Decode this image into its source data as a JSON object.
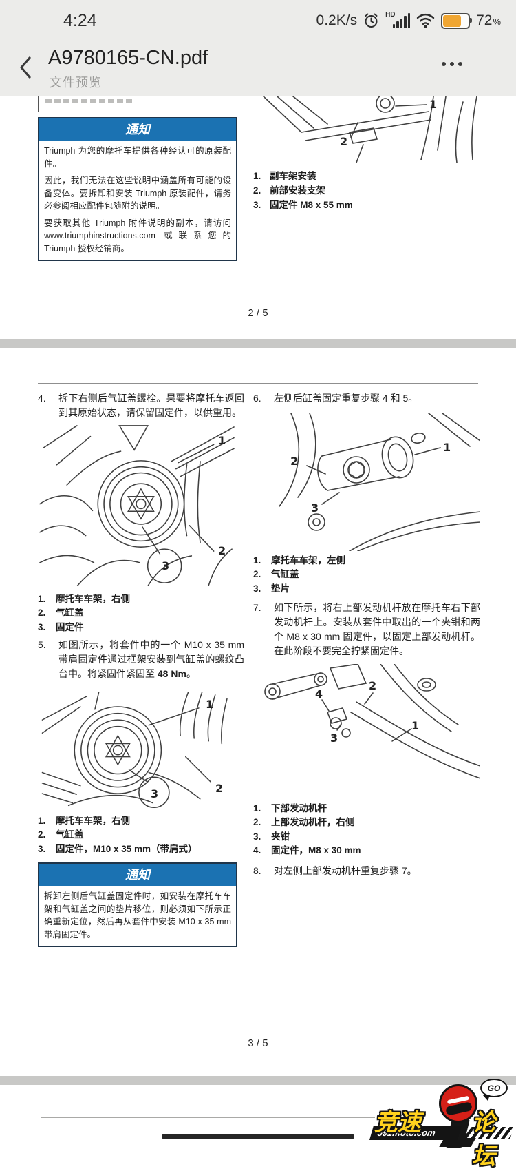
{
  "status_bar": {
    "time": "4:24",
    "net_speed": "0.2K/s",
    "hd": "HD",
    "battery_percent": "72",
    "battery_unit": "%"
  },
  "header": {
    "title": "A9780165-CN.pdf",
    "subtitle": "文件预览"
  },
  "colors": {
    "notice_blue": "#1b72b2",
    "battery_fill": "#f0a632",
    "helmet_red": "#d62018",
    "logo_yellow": "#ffd21e"
  },
  "page2": {
    "notice": {
      "title": "通知",
      "p1": "Triumph 为您的摩托车提供各种经认可的原装配件。",
      "p2": "因此，我们无法在这些说明中涵盖所有可能的设备变体。要拆卸和安装 Triumph 原装配件，请务必参阅相应配件包随附的说明。",
      "p3": "要获取其他 Triumph 附件说明的副本，请访问 www.triumphinstructions.com 或联系您的 Triumph 授权经销商。"
    },
    "figure": {
      "callouts": [
        "1",
        "2"
      ]
    },
    "items": [
      {
        "num": "1.",
        "text": "副车架安装"
      },
      {
        "num": "2.",
        "text": "前部安装支架"
      },
      {
        "num": "3.",
        "text": "固定件 M8 x 55 mm"
      }
    ],
    "page_number": "2 / 5"
  },
  "page3": {
    "step4": {
      "num": "4.",
      "text": "拆下右侧后气缸盖螺栓。果要将摩托车返回到其原始状态，请保留固定件，以供重用。"
    },
    "step5": {
      "num": "5.",
      "pre": "如图所示，将套件中的一个 M10 x 35 mm 带肩固定件通过框架安装到气缸盖的螺纹凸台中。将紧固件紧固至 ",
      "bold": "48 Nm",
      "post": "。"
    },
    "step6": {
      "num": "6.",
      "text": "左侧后缸盖固定重复步骤 4 和 5。"
    },
    "step7": {
      "num": "7.",
      "text": "如下所示，将右上部发动机杆放在摩托车右下部发动机杆上。安装从套件中取出的一个夹钳和两个 M8 x 30 mm 固定件，以固定上部发动机杆。在此阶段不要完全拧紧固定件。"
    },
    "step8": {
      "num": "8.",
      "text": "对左侧上部发动机杆重复步骤 7。"
    },
    "fig1": {
      "callouts": [
        "1",
        "2",
        "3"
      ],
      "items": [
        {
          "num": "1.",
          "text": "摩托车车架，右侧"
        },
        {
          "num": "2.",
          "text": "气缸盖"
        },
        {
          "num": "3.",
          "text": "固定件"
        }
      ]
    },
    "fig2": {
      "callouts": [
        "1",
        "2",
        "3"
      ],
      "items": [
        {
          "num": "1.",
          "text": "摩托车车架，右侧"
        },
        {
          "num": "2.",
          "text": "气缸盖"
        },
        {
          "num": "3.",
          "text": "固定件，M10 x 35 mm（带肩式）"
        }
      ]
    },
    "fig3": {
      "callouts": [
        "1",
        "2",
        "3"
      ],
      "items": [
        {
          "num": "1.",
          "text": "摩托车车架，左侧"
        },
        {
          "num": "2.",
          "text": "气缸盖"
        },
        {
          "num": "3.",
          "text": "垫片"
        }
      ]
    },
    "fig4": {
      "callouts": [
        "1",
        "2",
        "3",
        "4"
      ],
      "items": [
        {
          "num": "1.",
          "text": "下部发动机杆"
        },
        {
          "num": "2.",
          "text": "上部发动机杆，右侧"
        },
        {
          "num": "3.",
          "text": "夹钳"
        },
        {
          "num": "4.",
          "text": "固定件，M8 x 30 mm"
        }
      ]
    },
    "notice": {
      "title": "通知",
      "p1": "拆卸左侧后气缸盖固定件时，如安装在摩托车车架和气缸盖之间的垫片移位，则必须如下所示正确重新定位，然后再从套件中安装 M10 x 35 mm 带肩固定件。"
    },
    "page_number": "3 / 5"
  },
  "watermark": {
    "text1": "竞速",
    "text2": "论坛",
    "bubble": "GO",
    "site": "591moto.com"
  }
}
